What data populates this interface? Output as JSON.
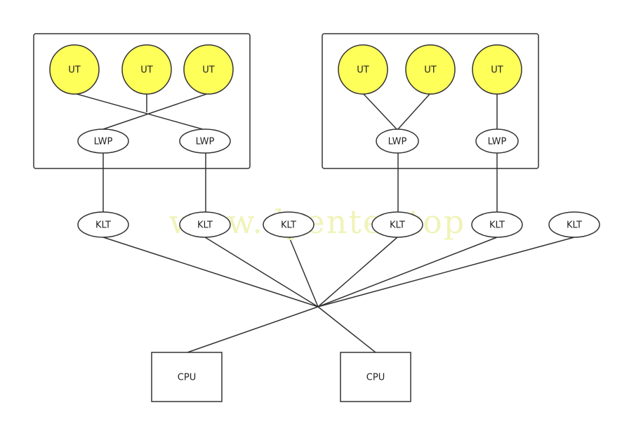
{
  "labels": {
    "ut": "UT",
    "lwp": "LWP",
    "klt": "KLT",
    "cpu": "CPU"
  },
  "watermark": "www.dyenter.top",
  "colors": {
    "ut_fill": "#ffff5a",
    "stroke": "#333333",
    "background": "#ffffff"
  }
}
